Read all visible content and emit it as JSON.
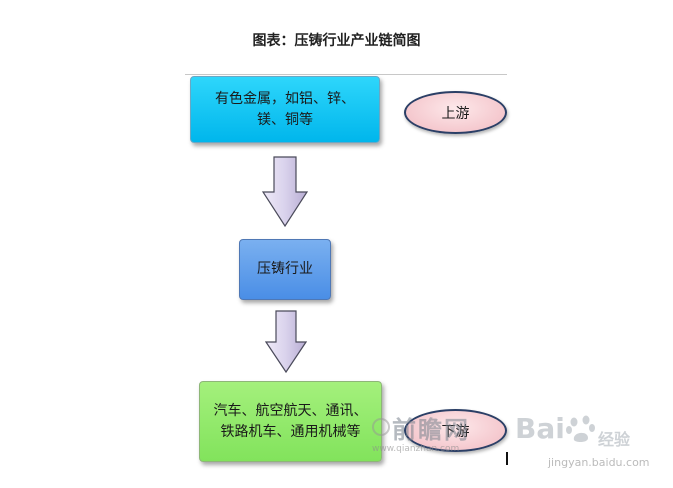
{
  "title": "图表：压铸行业产业链简图",
  "nodes": {
    "upstream_box": {
      "line1": "有色金属，如铝、锌、",
      "line2": "镁、铜等"
    },
    "industry_box": {
      "label": "压铸行业"
    },
    "downstream_box": {
      "line1": "汽车、航空航天、通讯、",
      "line2": "铁路机车、通用机械等"
    }
  },
  "tags": {
    "upstream": "上游",
    "downstream": "下游"
  },
  "watermarks": {
    "qianzhan_text": "前瞻网",
    "qianzhan_url": "www.qianzhan.com",
    "baidu_text": "Bai",
    "baidu_suffix": "经验",
    "baidu_url": "jingyan.baidu.com"
  },
  "colors": {
    "upstream_fill": "#00b6ec",
    "industry_fill": "#4a8ee6",
    "downstream_fill": "#82e35c",
    "tag_fill": "#f4c6cc",
    "tag_border": "#2b3f66",
    "arrow_fill": "#d9d2ec"
  }
}
